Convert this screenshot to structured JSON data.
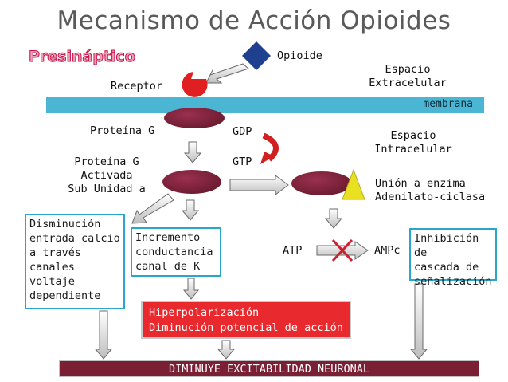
{
  "title": "Mecanismo de Acción Opioides",
  "section_heading": "Presináptico",
  "labels": {
    "opioide": "Opioide",
    "receptor": "Receptor",
    "espacio_extracelular_1": "Espacio",
    "espacio_extracelular_2": "Extracelular",
    "membrana": "membrana",
    "proteina_g": "Proteína G",
    "gdp": "GDP",
    "gtp": "GTP",
    "espacio_intracelular_1": "Espacio",
    "espacio_intracelular_2": "Intracelular",
    "proteina_g_activada_1": "Proteína G",
    "proteina_g_activada_2": "Activada",
    "proteina_g_activada_3": "Sub Unidad a",
    "union_enzima_1": "Unión a enzima",
    "union_enzima_2": "Adenilato-ciclasa",
    "atp": "ATP",
    "ampc": "AMPc"
  },
  "boxes": {
    "disminucion_calcio": [
      "Disminución",
      "entrada calcio",
      "a través",
      "canales",
      "voltaje",
      "dependiente"
    ],
    "incremento_k": [
      "Incremento",
      "conductancia",
      "canal de K"
    ],
    "inhibicion": [
      "Inhibición de",
      "cascada de",
      "señalización"
    ],
    "hiperpolarizacion": [
      "Hiperpolarización",
      "Diminución potencial de acción"
    ]
  },
  "bottom_bar": "DIMINUYE EXCITABILIDAD NEURONAL",
  "colors": {
    "membrane": "#4ab6d4",
    "protein": "#7b1f35",
    "receptor": "#e02020",
    "opioid": "#1f3f8f",
    "enzyme": "#e8e020",
    "box_blue_border": "#2aa6c8",
    "red_box": "#e8292e"
  }
}
